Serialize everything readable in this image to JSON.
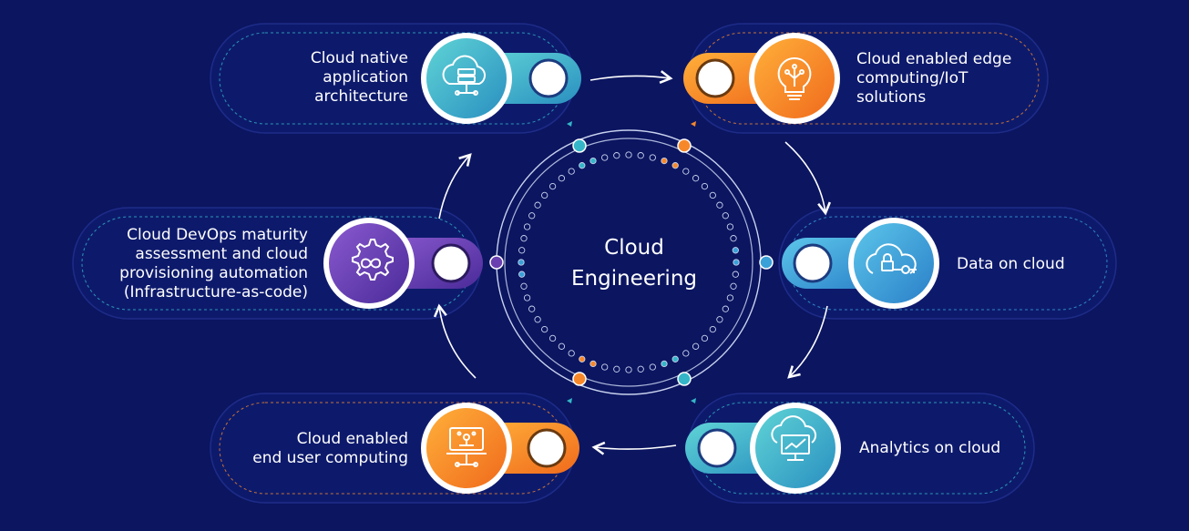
{
  "center": {
    "title_line1": "Cloud",
    "title_line2": "Engineering"
  },
  "nodes": [
    {
      "id": "native",
      "lines": [
        "Cloud native",
        "application",
        "architecture"
      ],
      "icon": "cloud-server-icon",
      "color": "teal"
    },
    {
      "id": "edge",
      "lines": [
        "Cloud enabled edge",
        "computing/IoT",
        "solutions"
      ],
      "icon": "lightbulb-circuit-icon",
      "color": "orange"
    },
    {
      "id": "data",
      "lines": [
        "Data on cloud"
      ],
      "icon": "cloud-lock-key-icon",
      "color": "blue"
    },
    {
      "id": "analytics",
      "lines": [
        "Analytics on cloud"
      ],
      "icon": "cloud-monitor-chart-icon",
      "color": "teal"
    },
    {
      "id": "euc",
      "lines": [
        "Cloud enabled",
        "end user computing"
      ],
      "icon": "laptop-network-icon",
      "color": "orange"
    },
    {
      "id": "devops",
      "lines": [
        "Cloud DevOps maturity",
        "assessment and cloud",
        "provisioning automation",
        "(Infrastructure-as-code)"
      ],
      "icon": "gear-infinity-icon",
      "color": "purple"
    }
  ],
  "colors": {
    "background": "#0b1560",
    "teal": "#35b6c8",
    "orange": "#f7882a",
    "blue": "#3aa0d8",
    "purple": "#6a3fb0",
    "ring": "#c9d2ee"
  }
}
